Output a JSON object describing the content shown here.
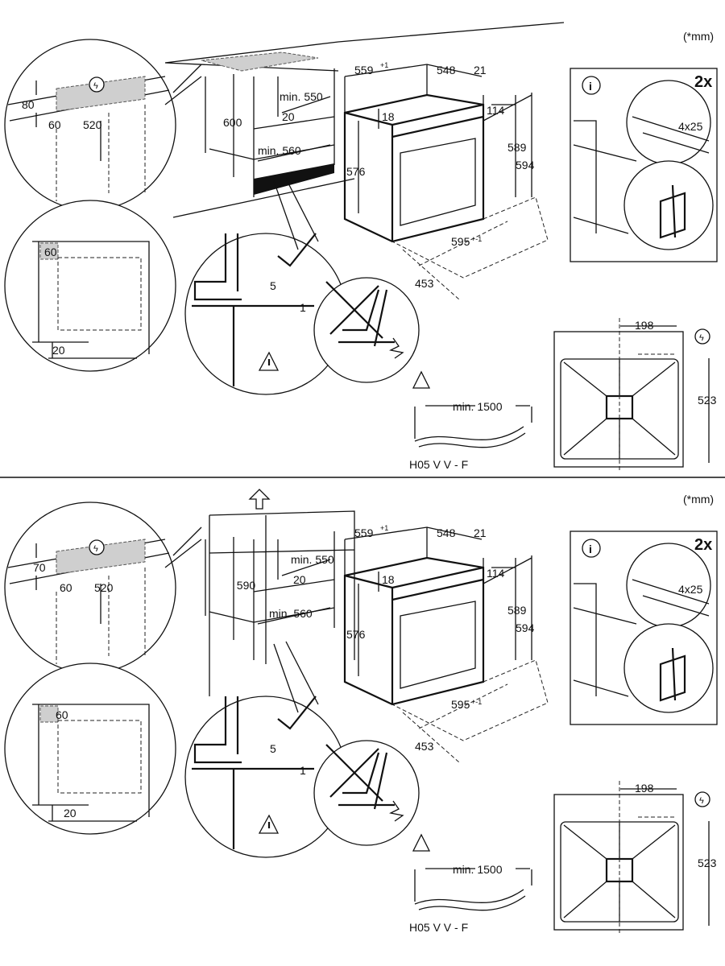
{
  "panels": [
    {
      "name": "built-in-under-counter",
      "unit_note": "(*mm)",
      "qty": "2x",
      "screw": "4x25",
      "dims": {
        "d80": "80",
        "d60a": "60",
        "d520": "520",
        "d600": "600",
        "min550": "min. 550",
        "d20a": "20",
        "min560": "min. 560",
        "d559": "559",
        "d559_tol": "+1",
        "d548": "548",
        "d21": "21",
        "d18": "18",
        "d114": "114",
        "d576": "576",
        "d589": "589",
        "d594": "594",
        "d595": "595",
        "d595_tol": "+-1",
        "d453": "453",
        "d60b": "60",
        "d20b": "20",
        "d5": "5",
        "d1": "1",
        "min1500": "min. 1500",
        "cable": "H05 V V - F",
        "d198": "198",
        "d523": "523"
      }
    },
    {
      "name": "built-in-column",
      "unit_note": "(*mm)",
      "qty": "2x",
      "screw": "4x25",
      "dims": {
        "d80": "70",
        "d60a": "60",
        "d520": "520",
        "d600": "590",
        "min550": "min. 550",
        "d20a": "20",
        "min560": "min. 560",
        "d559": "559",
        "d559_tol": "+1",
        "d548": "548",
        "d21": "21",
        "d18": "18",
        "d114": "114",
        "d576": "576",
        "d589": "589",
        "d594": "594",
        "d595": "595",
        "d595_tol": "+-1",
        "d453": "453",
        "d60b": "60",
        "d20b": "20",
        "d5": "5",
        "d1": "1",
        "min1500": "min. 1500",
        "cable": "H05 V V - F",
        "d198": "198",
        "d523": "523"
      }
    }
  ]
}
